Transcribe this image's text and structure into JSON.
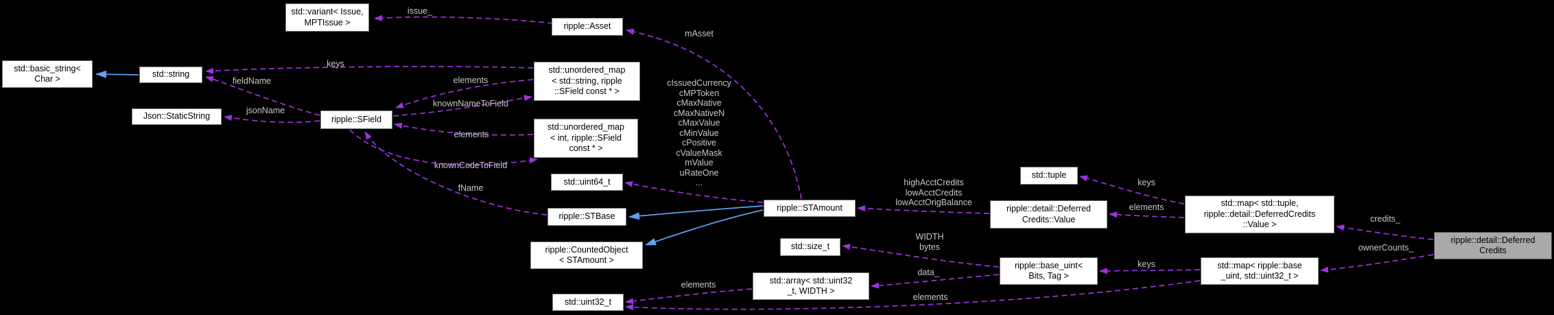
{
  "colors": {
    "background": "#000000",
    "node_fill": "#ffffff",
    "node_border": "#7f7f7f",
    "highlight_fill": "#a9a9a9",
    "usage_edge": "#9e32e0",
    "inheritance_edge": "#62a0ee",
    "edge_label": "#c8c8c8"
  },
  "nodes": {
    "variant": "std::variant< Issue,\nMPTIssue >",
    "asset": "ripple::Asset",
    "basic_string": "std::basic_string<\nChar >",
    "string": "std::string",
    "static_string": "Json::StaticString",
    "sfield": "ripple::SField",
    "umap_string": "std::unordered_map\n< std::string, ripple\n::SField const * >",
    "umap_int": "std::unordered_map\n< int, ripple::SField\nconst * >",
    "uint64": "std::uint64_t",
    "stbase": "ripple::STBase",
    "counted": "ripple::CountedObject\n< STAmount >",
    "stamount": "ripple::STAmount",
    "tuple": "std::tuple",
    "dc_value": "ripple::detail::Deferred\nCredits::Value",
    "map_tuple": "std::map< std::tuple,\nripple::detail::DeferredCredits\n::Value >",
    "size_t": "std::size_t",
    "base_uint": "ripple::base_uint<\nBits, Tag >",
    "array": "std::array< std::uint32\n_t, WIDTH >",
    "uint32": "std::uint32_t",
    "map_baseuint": "std::map< ripple::base\n_uint, std::uint32_t >",
    "deferred": "ripple::detail::Deferred\nCredits"
  },
  "edge_labels": {
    "issue": "issue_",
    "masset": "mAsset",
    "keys_string": "keys",
    "fieldname": "fieldName",
    "elements_umap_string": "elements",
    "known_name": "knownNameToField",
    "jsonname": "jsonName",
    "elements_umap_int": "elements",
    "known_code": "knownCodeToField",
    "fname": "fName",
    "stamount_members": "cIssuedCurrency\ncMPToken\ncMaxNative\ncMaxNativeN\ncMaxValue\ncMinValue\ncPositive\ncValueMask\nmValue\nuRateOne\n...",
    "value_members": "highAcctCredits\nlowAcctCredits\nlowAcctOrigBalance",
    "keys_tuple": "keys",
    "elements_value": "elements",
    "credits": "credits_",
    "width_bytes": "WIDTH\nbytes",
    "data": "data_",
    "keys_baseuint": "keys",
    "elements_array": "elements",
    "elements_map32": "elements",
    "ownercounts": "ownerCounts_"
  }
}
